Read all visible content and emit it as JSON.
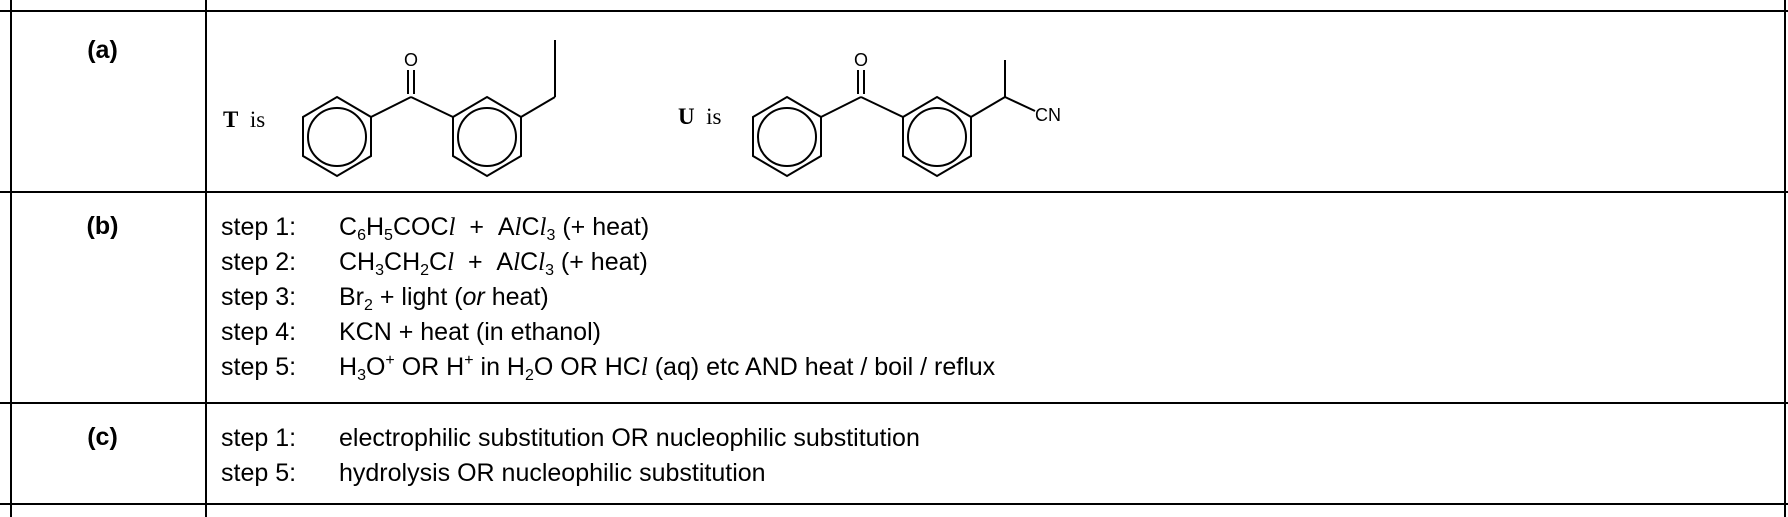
{
  "rows": {
    "a": {
      "label": "(a)",
      "t_letter": "T",
      "t_is": "is",
      "u_letter": "U",
      "u_is": "is",
      "t_molecule": {
        "carbonyl_atom": "O"
      },
      "u_molecule": {
        "carbonyl_atom": "O",
        "nitrile": "CN"
      }
    },
    "b": {
      "label": "(b)",
      "steps": [
        {
          "name": "step 1:"
        },
        {
          "name": "step 2:"
        },
        {
          "name": "step 3:"
        },
        {
          "name": "step 4:",
          "text": "KCN + heat (in ethanol)"
        },
        {
          "name": "step 5:"
        }
      ]
    },
    "c": {
      "label": "(c)",
      "steps": [
        {
          "name": "step 1:",
          "text": "electrophilic substitution OR nucleophilic substitution"
        },
        {
          "name": "step 5:",
          "text": "hydrolysis OR nucleophilic substitution"
        }
      ]
    }
  }
}
